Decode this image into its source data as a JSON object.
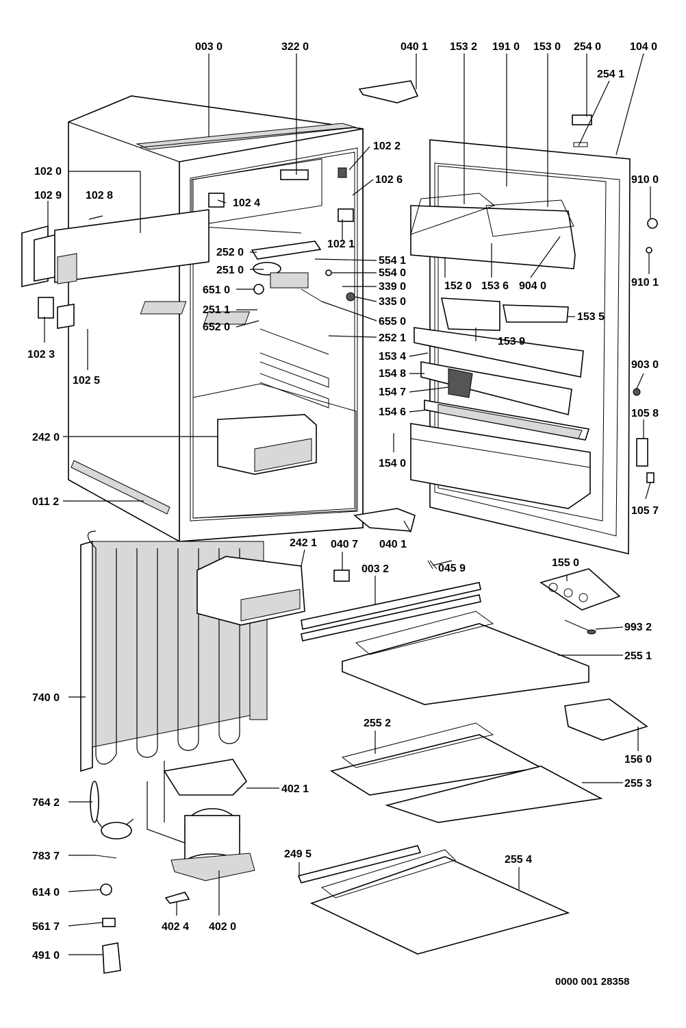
{
  "document_id": "0000 001 28358",
  "labels": [
    {
      "id": "003-0",
      "text": "003 0"
    },
    {
      "id": "322-0",
      "text": "322 0"
    },
    {
      "id": "040-1-top",
      "text": "040 1"
    },
    {
      "id": "153-2",
      "text": "153 2"
    },
    {
      "id": "191-0",
      "text": "191 0"
    },
    {
      "id": "153-0",
      "text": "153 0"
    },
    {
      "id": "254-0",
      "text": "254 0"
    },
    {
      "id": "104-0",
      "text": "104 0"
    },
    {
      "id": "254-1",
      "text": "254 1"
    },
    {
      "id": "102-2",
      "text": "102 2"
    },
    {
      "id": "102-0",
      "text": "102 0"
    },
    {
      "id": "102-6",
      "text": "102 6"
    },
    {
      "id": "910-0",
      "text": "910 0"
    },
    {
      "id": "102-9",
      "text": "102 9"
    },
    {
      "id": "102-8",
      "text": "102 8"
    },
    {
      "id": "102-4",
      "text": "102 4"
    },
    {
      "id": "102-1",
      "text": "102 1"
    },
    {
      "id": "910-1",
      "text": "910 1"
    },
    {
      "id": "252-0",
      "text": "252 0"
    },
    {
      "id": "554-1",
      "text": "554 1"
    },
    {
      "id": "251-0",
      "text": "251 0"
    },
    {
      "id": "554-0",
      "text": "554 0"
    },
    {
      "id": "152-0",
      "text": "152 0"
    },
    {
      "id": "153-6",
      "text": "153 6"
    },
    {
      "id": "904-0",
      "text": "904 0"
    },
    {
      "id": "651-0",
      "text": "651 0"
    },
    {
      "id": "339-0",
      "text": "339 0"
    },
    {
      "id": "335-0",
      "text": "335 0"
    },
    {
      "id": "251-1",
      "text": "251 1"
    },
    {
      "id": "153-5",
      "text": "153 5"
    },
    {
      "id": "655-0",
      "text": "655 0"
    },
    {
      "id": "652-0",
      "text": "652 0"
    },
    {
      "id": "153-9",
      "text": "153 9"
    },
    {
      "id": "252-1",
      "text": "252 1"
    },
    {
      "id": "102-3",
      "text": "102 3"
    },
    {
      "id": "153-4",
      "text": "153 4"
    },
    {
      "id": "903-0",
      "text": "903 0"
    },
    {
      "id": "102-5",
      "text": "102 5"
    },
    {
      "id": "154-8",
      "text": "154 8"
    },
    {
      "id": "154-7",
      "text": "154 7"
    },
    {
      "id": "154-6",
      "text": "154 6"
    },
    {
      "id": "105-8",
      "text": "105 8"
    },
    {
      "id": "242-0",
      "text": "242 0"
    },
    {
      "id": "154-0",
      "text": "154 0"
    },
    {
      "id": "011-2",
      "text": "011 2"
    },
    {
      "id": "105-7",
      "text": "105 7"
    },
    {
      "id": "242-1",
      "text": "242 1"
    },
    {
      "id": "040-7",
      "text": "040 7"
    },
    {
      "id": "040-1-mid",
      "text": "040 1"
    },
    {
      "id": "045-9",
      "text": "045 9"
    },
    {
      "id": "003-2",
      "text": "003 2"
    },
    {
      "id": "155-0",
      "text": "155 0"
    },
    {
      "id": "993-2",
      "text": "993 2"
    },
    {
      "id": "255-1",
      "text": "255 1"
    },
    {
      "id": "740-0",
      "text": "740 0"
    },
    {
      "id": "255-2",
      "text": "255 2"
    },
    {
      "id": "156-0",
      "text": "156 0"
    },
    {
      "id": "402-1",
      "text": "402 1"
    },
    {
      "id": "255-3",
      "text": "255 3"
    },
    {
      "id": "764-2",
      "text": "764 2"
    },
    {
      "id": "783-7",
      "text": "783 7"
    },
    {
      "id": "249-5",
      "text": "249 5"
    },
    {
      "id": "255-4",
      "text": "255 4"
    },
    {
      "id": "614-0",
      "text": "614 0"
    },
    {
      "id": "561-7",
      "text": "561 7"
    },
    {
      "id": "402-4",
      "text": "402 4"
    },
    {
      "id": "402-0",
      "text": "402 0"
    },
    {
      "id": "491-0",
      "text": "491 0"
    }
  ]
}
